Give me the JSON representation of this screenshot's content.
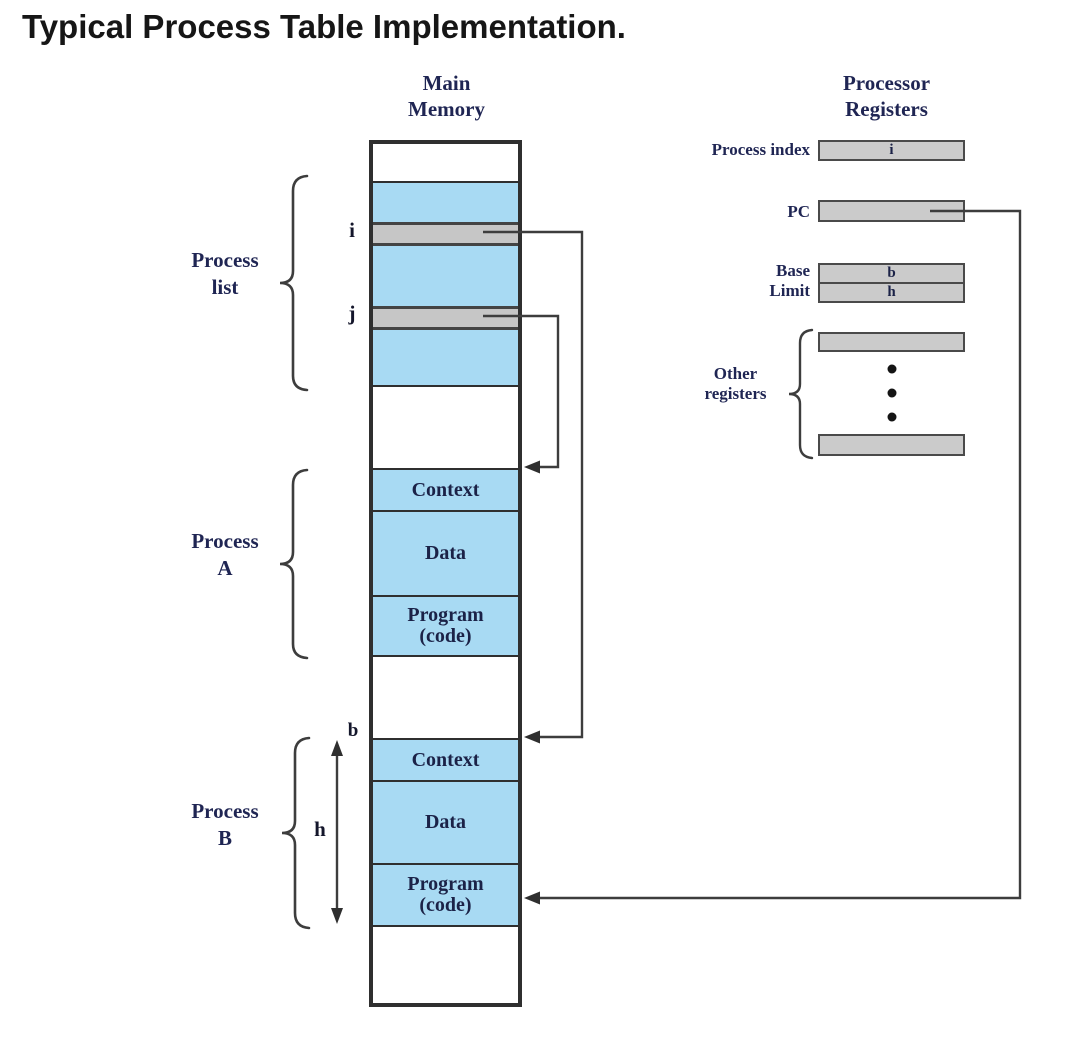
{
  "title": "Typical Process Table Implementation.",
  "colors": {
    "memory_block_blue": "#a8daf3",
    "register_gray": "#cbcbcb",
    "label_navy": "#1f2553",
    "line_dark": "#3d3d3d",
    "border_dark": "#2f2f2f"
  },
  "main_memory": {
    "header": [
      "Main",
      "Memory"
    ],
    "entry_i_label": "i",
    "entry_j_label": "j",
    "process_a": {
      "context": "Context",
      "data": "Data",
      "program_line1": "Program",
      "program_line2": "(code)"
    },
    "process_b": {
      "context": "Context",
      "data": "Data",
      "program_line1": "Program",
      "program_line2": "(code)"
    }
  },
  "processor_registers": {
    "header": [
      "Processor",
      "Registers"
    ],
    "process_index": {
      "label": "Process index",
      "value": "i"
    },
    "pc": {
      "label": "PC",
      "value": ""
    },
    "base": {
      "label": "Base",
      "value": "b"
    },
    "limit": {
      "label": "Limit",
      "value": "h"
    },
    "other": {
      "label_line1": "Other",
      "label_line2": "registers"
    }
  },
  "braces": {
    "process_list": [
      "Process",
      "list"
    ],
    "process_a": [
      "Process",
      "A"
    ],
    "process_b": [
      "Process",
      "B"
    ]
  },
  "annotations": {
    "base_pointer": "b",
    "process_height": "h"
  }
}
